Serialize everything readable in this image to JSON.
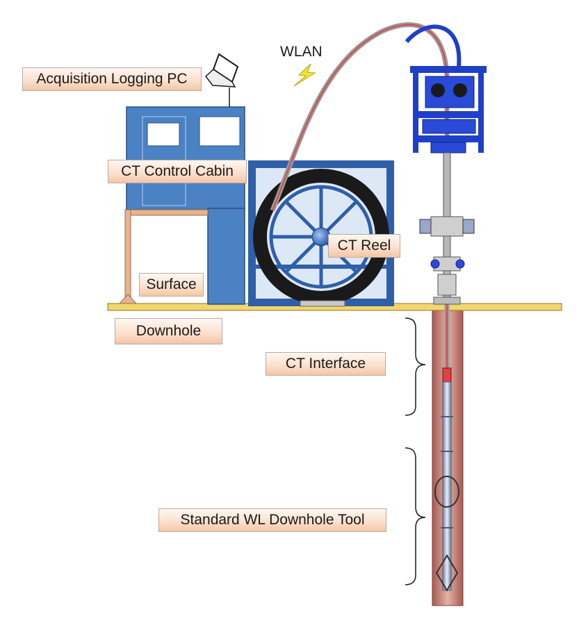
{
  "labels": {
    "acquisition_pc": "Acquisition Logging PC",
    "wlan": "WLAN",
    "control_cabin": "CT Control Cabin",
    "ct_reel": "CT Reel",
    "surface": "Surface",
    "downhole": "Downhole",
    "ct_interface": "CT Interface",
    "wl_tool": "Standard WL Downhole Tool"
  },
  "icons": [
    "laptop-icon",
    "lightning-icon"
  ],
  "colors": {
    "cabin_blue": "#4a82c4",
    "reel_blue": "#2f5fa8",
    "equipment_blue": "#1f3fc8",
    "ground": "#f0d66c",
    "wellbore": "#c47a6e",
    "label_fill": "#f9d9c3"
  }
}
